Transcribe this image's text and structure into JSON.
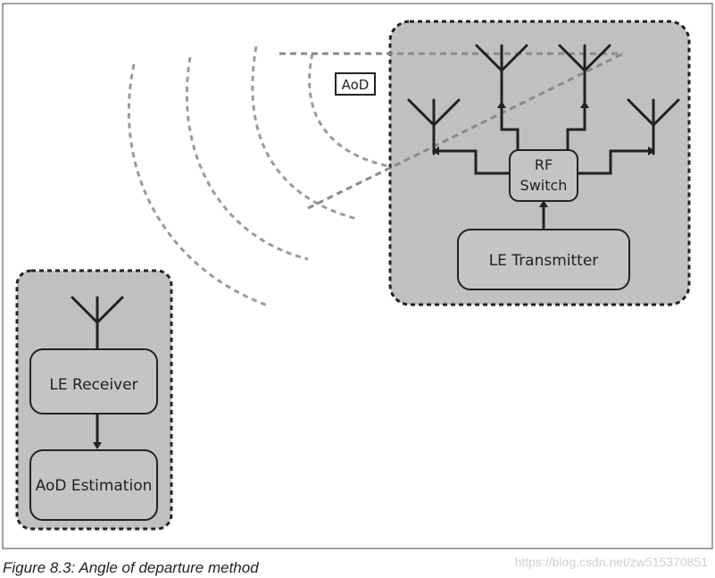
{
  "diagram": {
    "aod_label": "AoD",
    "transmitter": {
      "rf_switch_line1": "RF",
      "rf_switch_line2": "Switch",
      "le_transmitter": "LE Transmitter"
    },
    "receiver": {
      "le_receiver": "LE Receiver",
      "aod_estimation": "AoD Estimation"
    }
  },
  "caption": "Figure 8.3:  Angle of departure method",
  "watermark": "https://blog.csdn.net/zw515370851",
  "colors": {
    "panel_fill": "#c0c0c0",
    "box_fill": "#c4c4c4",
    "dashed_wave": "#9a9a9a",
    "ink": "#222222"
  }
}
